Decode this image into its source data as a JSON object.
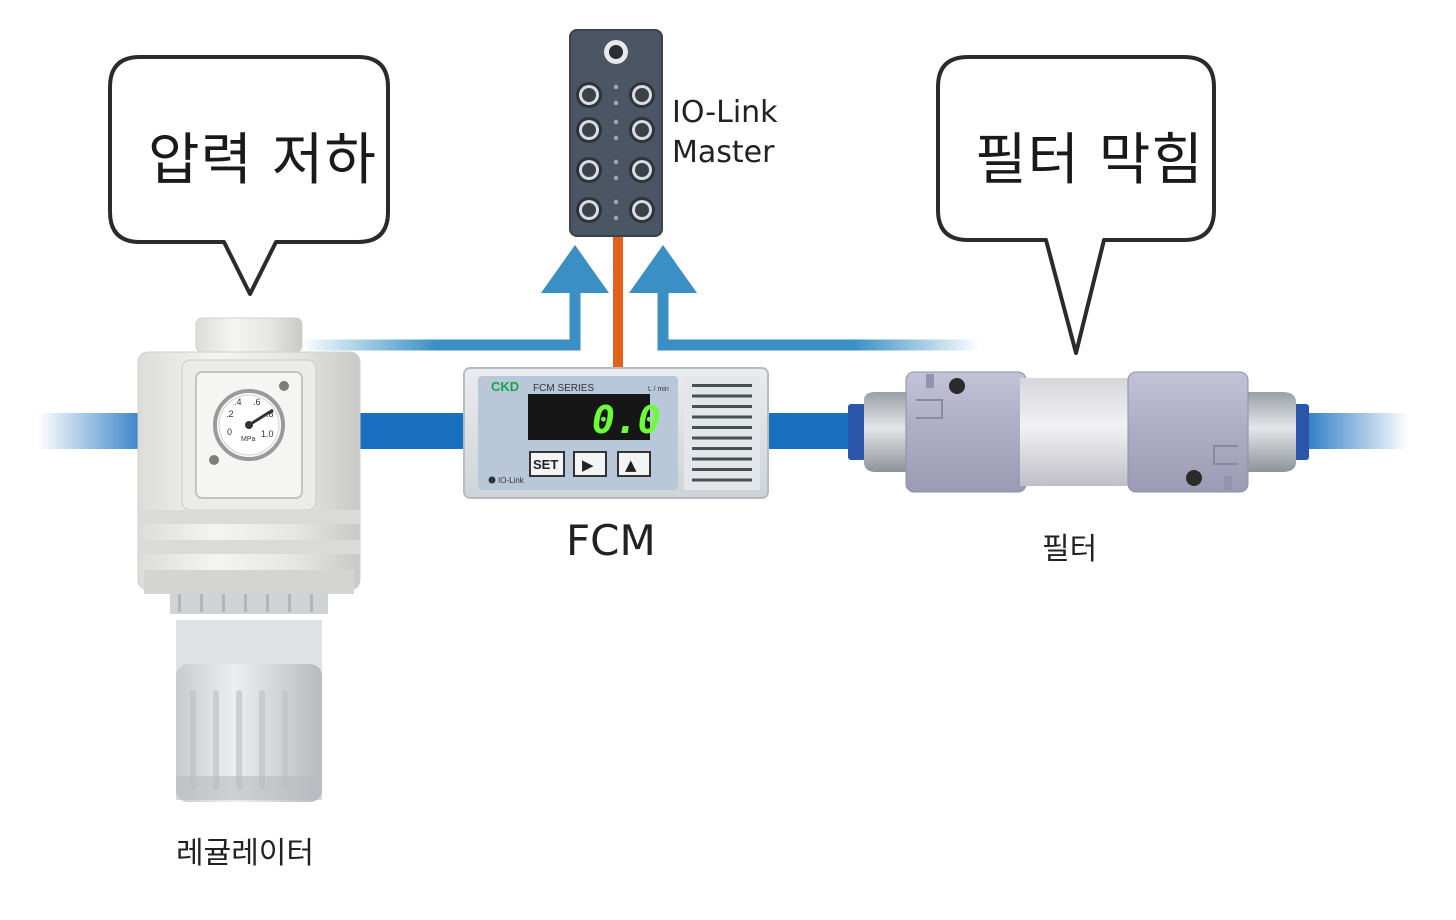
{
  "bubbles": {
    "left": "압력 저하",
    "right": "필터 막힘"
  },
  "io_link_master": {
    "line1": "IO-Link",
    "line2": "Master"
  },
  "fcm": {
    "brand": "CKD",
    "series": "FCM  SERIES",
    "unit": "L / min",
    "display_value": "0.0",
    "set_label": "SET",
    "right_arrow": "▶",
    "up_arrow": "▲",
    "io_link_mark": "IO-Link",
    "caption": "FCM"
  },
  "regulator": {
    "caption": "레귤레이터",
    "gauge": {
      "tick_2": ".2",
      "tick_4": ".4",
      "tick_6": ".6",
      "tick_8": ".8",
      "tick_0": "0",
      "tick_10": "1.0",
      "unit": "MPa"
    }
  },
  "filter": {
    "caption": "필터"
  },
  "colors": {
    "pipe_blue": "#1a6fc0",
    "signal_blue": "#3a8fc4",
    "cable_orange": "#e4611b",
    "master_gray": "#4c5563",
    "display_green": "#6bff3a",
    "brand_green": "#1aa34a"
  }
}
